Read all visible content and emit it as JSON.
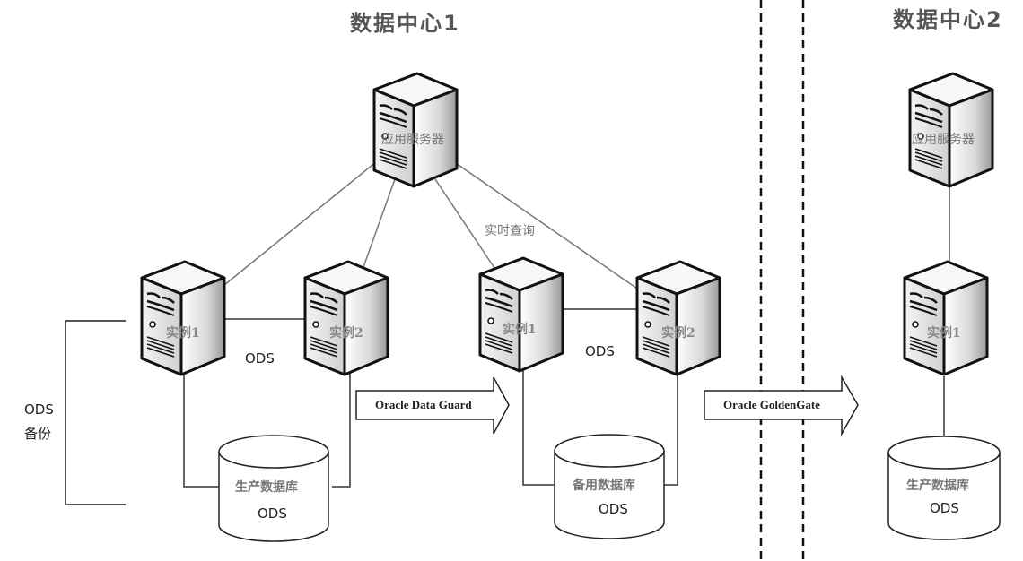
{
  "datacenters": [
    {
      "title": "数据中心1"
    },
    {
      "title": "数据中心2"
    }
  ],
  "dc1": {
    "app_server": {
      "label": "应用服务器"
    },
    "realtime_query": "实时查询",
    "primary_cluster": {
      "instances": [
        {
          "label": "实例1"
        },
        {
          "label": "实例2"
        }
      ],
      "group_label": "ODS",
      "database": {
        "name": "生产数据库",
        "schema": "ODS"
      }
    },
    "standby_cluster": {
      "instances": [
        {
          "label": "实例1"
        },
        {
          "label": "实例2"
        }
      ],
      "group_label": "ODS",
      "database": {
        "name": "备用数据库",
        "schema": "ODS"
      }
    },
    "backup": {
      "line1": "ODS",
      "line2": "备份"
    },
    "data_guard_arrow": "Oracle Data Guard"
  },
  "goldengate_arrow": "Oracle GoldenGate",
  "dc2": {
    "app_server": {
      "label": "应用服务器"
    },
    "instance": {
      "label": "实例1"
    },
    "database": {
      "name": "生产数据库",
      "schema": "ODS"
    }
  }
}
